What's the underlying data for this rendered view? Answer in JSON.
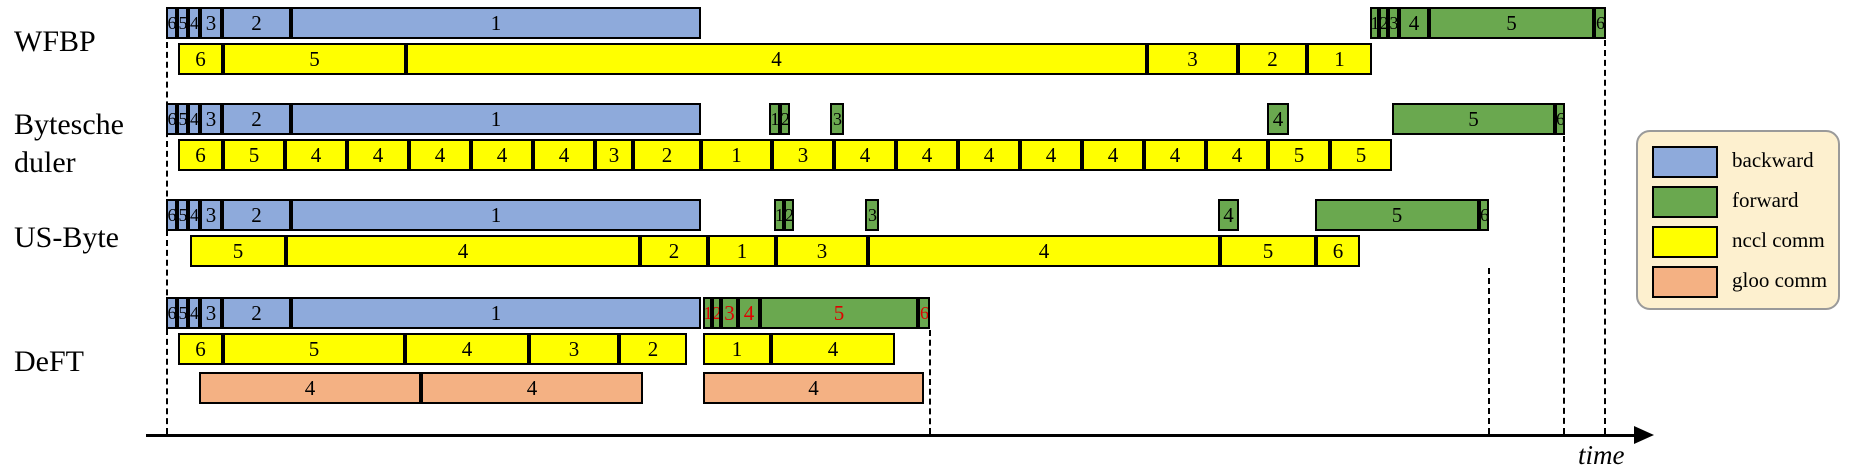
{
  "colors": {
    "backward": "#8eaadb",
    "forward": "#6aa84f",
    "nccl": "#ffff00",
    "gloo": "#f4b183",
    "red_text": "#e00000"
  },
  "axis": {
    "label": "time"
  },
  "legend": [
    {
      "kind": "backward",
      "label": "backward"
    },
    {
      "kind": "forward",
      "label": "forward"
    },
    {
      "kind": "nccl",
      "label": "nccl comm"
    },
    {
      "kind": "gloo",
      "label": "gloo comm"
    }
  ],
  "rows": [
    {
      "id": "wfbp",
      "label": "WFBP",
      "lanes": [
        {
          "kind": "bf",
          "blocks": [
            {
              "t": "6",
              "k": "backward"
            },
            {
              "t": "5",
              "k": "backward"
            },
            {
              "t": "4",
              "k": "backward"
            },
            {
              "t": "3",
              "k": "backward"
            },
            {
              "t": "2",
              "k": "backward"
            },
            {
              "t": "1",
              "k": "backward"
            },
            {
              "t": "1",
              "k": "forward"
            },
            {
              "t": "2",
              "k": "forward"
            },
            {
              "t": "3",
              "k": "forward"
            },
            {
              "t": "4",
              "k": "forward"
            },
            {
              "t": "5",
              "k": "forward"
            },
            {
              "t": "6",
              "k": "forward"
            }
          ]
        },
        {
          "kind": "nccl",
          "blocks": [
            {
              "t": "6",
              "k": "nccl"
            },
            {
              "t": "5",
              "k": "nccl"
            },
            {
              "t": "4",
              "k": "nccl"
            },
            {
              "t": "3",
              "k": "nccl"
            },
            {
              "t": "2",
              "k": "nccl"
            },
            {
              "t": "1",
              "k": "nccl"
            }
          ]
        }
      ]
    },
    {
      "id": "bytescheduler",
      "label": "Bytesche\nduler",
      "lanes": [
        {
          "kind": "bf",
          "blocks": [
            {
              "t": "6",
              "k": "backward"
            },
            {
              "t": "5",
              "k": "backward"
            },
            {
              "t": "4",
              "k": "backward"
            },
            {
              "t": "3",
              "k": "backward"
            },
            {
              "t": "2",
              "k": "backward"
            },
            {
              "t": "1",
              "k": "backward"
            },
            {
              "t": "1",
              "k": "forward"
            },
            {
              "t": "2",
              "k": "forward"
            },
            {
              "t": "3",
              "k": "forward"
            },
            {
              "t": "4",
              "k": "forward"
            },
            {
              "t": "5",
              "k": "forward"
            },
            {
              "t": "6",
              "k": "forward"
            }
          ]
        },
        {
          "kind": "nccl",
          "blocks": [
            {
              "t": "6",
              "k": "nccl"
            },
            {
              "t": "5",
              "k": "nccl"
            },
            {
              "t": "4",
              "k": "nccl"
            },
            {
              "t": "4",
              "k": "nccl"
            },
            {
              "t": "4",
              "k": "nccl"
            },
            {
              "t": "4",
              "k": "nccl"
            },
            {
              "t": "4",
              "k": "nccl"
            },
            {
              "t": "3",
              "k": "nccl"
            },
            {
              "t": "2",
              "k": "nccl"
            },
            {
              "t": "1",
              "k": "nccl"
            },
            {
              "t": "3",
              "k": "nccl"
            },
            {
              "t": "4",
              "k": "nccl"
            },
            {
              "t": "4",
              "k": "nccl"
            },
            {
              "t": "4",
              "k": "nccl"
            },
            {
              "t": "4",
              "k": "nccl"
            },
            {
              "t": "4",
              "k": "nccl"
            },
            {
              "t": "4",
              "k": "nccl"
            },
            {
              "t": "4",
              "k": "nccl"
            },
            {
              "t": "5",
              "k": "nccl"
            },
            {
              "t": "5",
              "k": "nccl"
            }
          ]
        }
      ]
    },
    {
      "id": "usbyte",
      "label": "US-Byte",
      "lanes": [
        {
          "kind": "bf",
          "blocks": [
            {
              "t": "6",
              "k": "backward"
            },
            {
              "t": "5",
              "k": "backward"
            },
            {
              "t": "4",
              "k": "backward"
            },
            {
              "t": "3",
              "k": "backward"
            },
            {
              "t": "2",
              "k": "backward"
            },
            {
              "t": "1",
              "k": "backward"
            },
            {
              "t": "1",
              "k": "forward"
            },
            {
              "t": "2",
              "k": "forward"
            },
            {
              "t": "3",
              "k": "forward"
            },
            {
              "t": "4",
              "k": "forward"
            },
            {
              "t": "5",
              "k": "forward"
            },
            {
              "t": "6",
              "k": "forward"
            }
          ]
        },
        {
          "kind": "nccl",
          "blocks": [
            {
              "t": "5",
              "k": "nccl"
            },
            {
              "t": "4",
              "k": "nccl"
            },
            {
              "t": "2",
              "k": "nccl"
            },
            {
              "t": "1",
              "k": "nccl"
            },
            {
              "t": "3",
              "k": "nccl"
            },
            {
              "t": "4",
              "k": "nccl"
            },
            {
              "t": "5",
              "k": "nccl"
            },
            {
              "t": "6",
              "k": "nccl"
            }
          ]
        }
      ]
    },
    {
      "id": "deft",
      "label": "DeFT",
      "lanes": [
        {
          "kind": "bf",
          "blocks": [
            {
              "t": "6",
              "k": "backward"
            },
            {
              "t": "5",
              "k": "backward"
            },
            {
              "t": "4",
              "k": "backward"
            },
            {
              "t": "3",
              "k": "backward"
            },
            {
              "t": "2",
              "k": "backward"
            },
            {
              "t": "1",
              "k": "backward"
            },
            {
              "t": "1",
              "k": "forward",
              "red": true
            },
            {
              "t": "2",
              "k": "forward",
              "red": true
            },
            {
              "t": "3",
              "k": "forward",
              "red": true
            },
            {
              "t": "4",
              "k": "forward",
              "red": true
            },
            {
              "t": "5",
              "k": "forward",
              "red": true
            },
            {
              "t": "6",
              "k": "forward",
              "red": true
            }
          ]
        },
        {
          "kind": "nccl",
          "blocks": [
            {
              "t": "6",
              "k": "nccl"
            },
            {
              "t": "5",
              "k": "nccl"
            },
            {
              "t": "4",
              "k": "nccl"
            },
            {
              "t": "3",
              "k": "nccl"
            },
            {
              "t": "2",
              "k": "nccl"
            },
            {
              "t": "1",
              "k": "nccl"
            },
            {
              "t": "4",
              "k": "nccl"
            }
          ]
        },
        {
          "kind": "gloo",
          "blocks": [
            {
              "t": "4",
              "k": "gloo"
            },
            {
              "t": "4",
              "k": "gloo"
            },
            {
              "t": "4",
              "k": "gloo"
            }
          ]
        }
      ]
    }
  ]
}
